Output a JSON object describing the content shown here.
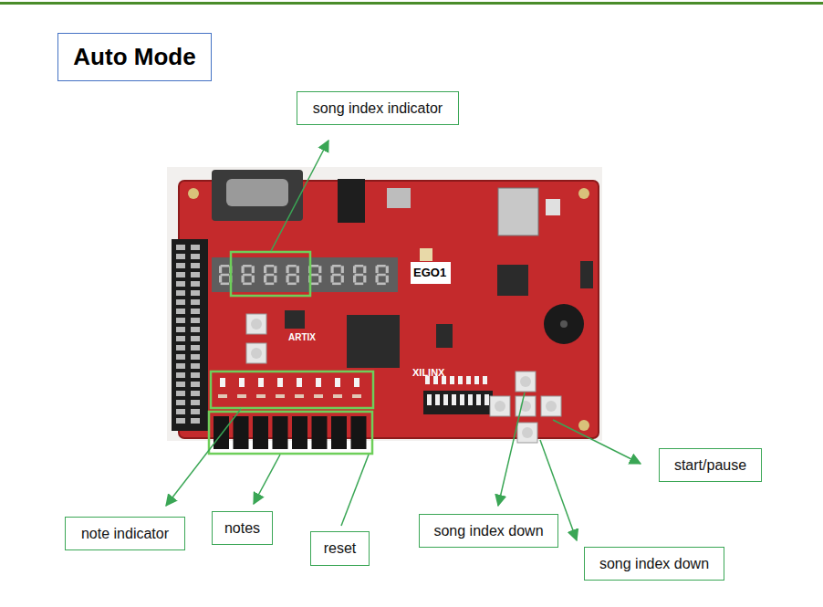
{
  "diagram": {
    "title": "Auto Mode",
    "nodes": [
      {
        "text": [
          "song index indicator"
        ]
      },
      {
        "text": [
          "note indicator"
        ]
      },
      {
        "text": [
          "notes"
        ]
      },
      {
        "text": [
          "reset"
        ]
      },
      {
        "text": [
          "song index down"
        ]
      },
      {
        "text": [
          "song index down"
        ]
      },
      {
        "text": [
          "start/pause"
        ]
      }
    ],
    "labels": [
      "EGO1",
      "ARTIX",
      "XILINX"
    ]
  }
}
